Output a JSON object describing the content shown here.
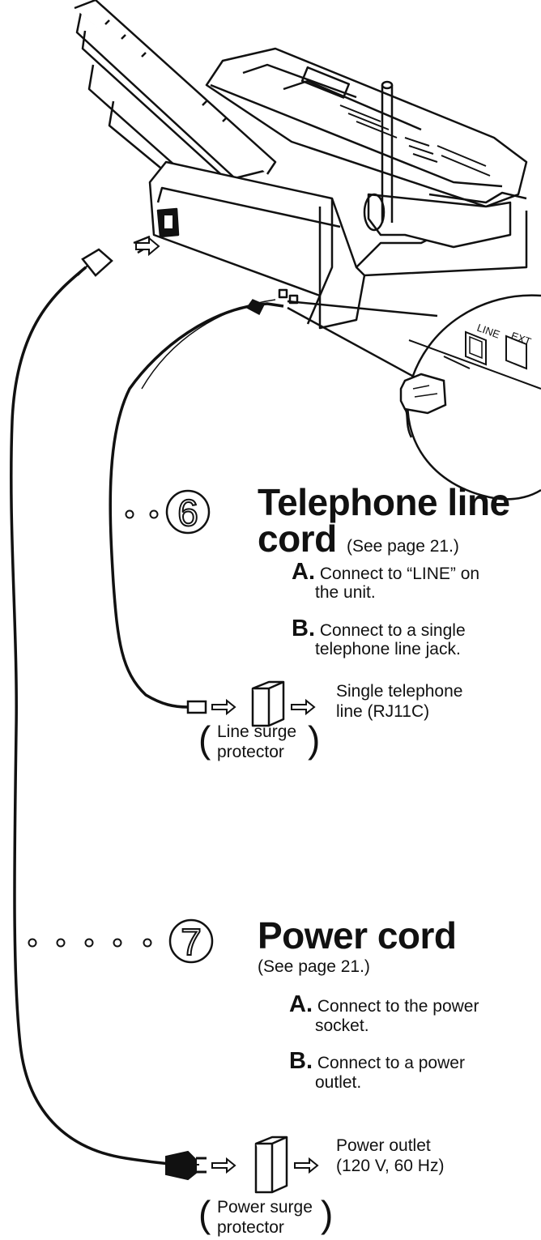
{
  "step6": {
    "number": "6",
    "title_line1": "Telephone line",
    "title_line2": "cord",
    "see_page": "(See page 21.)",
    "steps": [
      {
        "letter": "A.",
        "line1": "Connect to “LINE” on",
        "line2": "the unit."
      },
      {
        "letter": "B.",
        "line1": "Connect to a single",
        "line2": "telephone line jack."
      }
    ],
    "destination_line1": "Single telephone",
    "destination_line2": "line (RJ11C)",
    "surge_line1": "Line surge",
    "surge_line2": "protector"
  },
  "step7": {
    "number": "7",
    "title": "Power cord",
    "see_page": "(See page 21.)",
    "steps": [
      {
        "letter": "A.",
        "line1": "Connect to the power",
        "line2": "socket."
      },
      {
        "letter": "B.",
        "line1": "Connect to a power",
        "line2": "outlet."
      }
    ],
    "destination_line1": "Power outlet",
    "destination_line2": "(120 V, 60 Hz)",
    "surge_line1": "Power surge",
    "surge_line2": "protector"
  },
  "jack_labels": {
    "line": "LINE",
    "ext": "EXT"
  },
  "paren_open": "(",
  "paren_close": ")",
  "ink_color": "#111111"
}
